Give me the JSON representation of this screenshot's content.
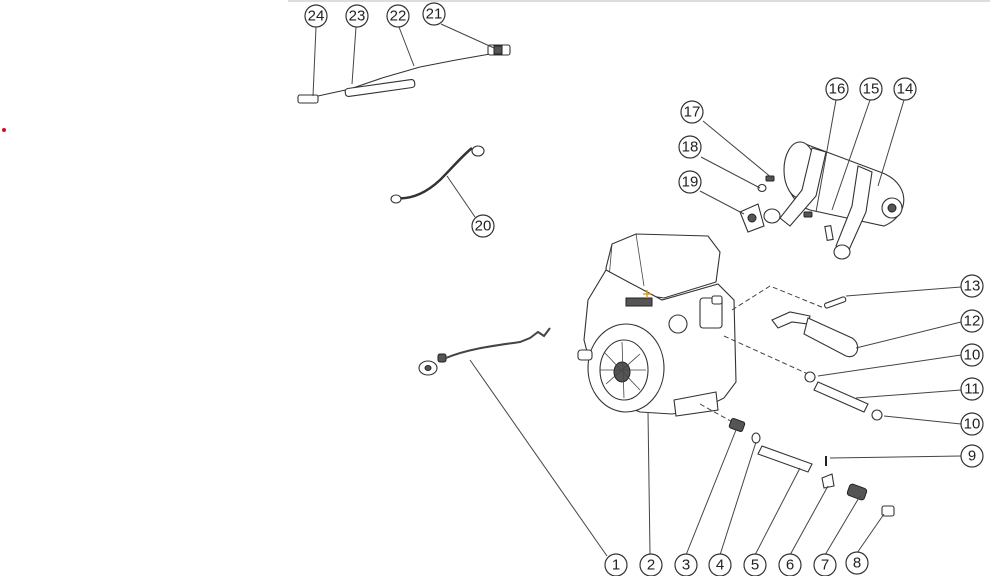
{
  "diagram": {
    "callouts": [
      {
        "id": "c1",
        "label": "1"
      },
      {
        "id": "c2",
        "label": "2"
      },
      {
        "id": "c3",
        "label": "3"
      },
      {
        "id": "c4",
        "label": "4"
      },
      {
        "id": "c5",
        "label": "5"
      },
      {
        "id": "c6",
        "label": "6"
      },
      {
        "id": "c7",
        "label": "7"
      },
      {
        "id": "c8",
        "label": "8"
      },
      {
        "id": "c9",
        "label": "9"
      },
      {
        "id": "c10a",
        "label": "10"
      },
      {
        "id": "c10b",
        "label": "10"
      },
      {
        "id": "c11",
        "label": "11"
      },
      {
        "id": "c12",
        "label": "12"
      },
      {
        "id": "c13",
        "label": "13"
      },
      {
        "id": "c14",
        "label": "14"
      },
      {
        "id": "c15",
        "label": "15"
      },
      {
        "id": "c16",
        "label": "16"
      },
      {
        "id": "c17",
        "label": "17"
      },
      {
        "id": "c18",
        "label": "18"
      },
      {
        "id": "c19",
        "label": "19"
      },
      {
        "id": "c20",
        "label": "20"
      },
      {
        "id": "c21",
        "label": "21"
      },
      {
        "id": "c22",
        "label": "22"
      },
      {
        "id": "c23",
        "label": "23"
      },
      {
        "id": "c24",
        "label": "24"
      }
    ],
    "colors": {
      "line": "#333333",
      "background": "#ffffff",
      "marker_dot": "#d0101a",
      "marker_plus": "#e0a020"
    }
  }
}
